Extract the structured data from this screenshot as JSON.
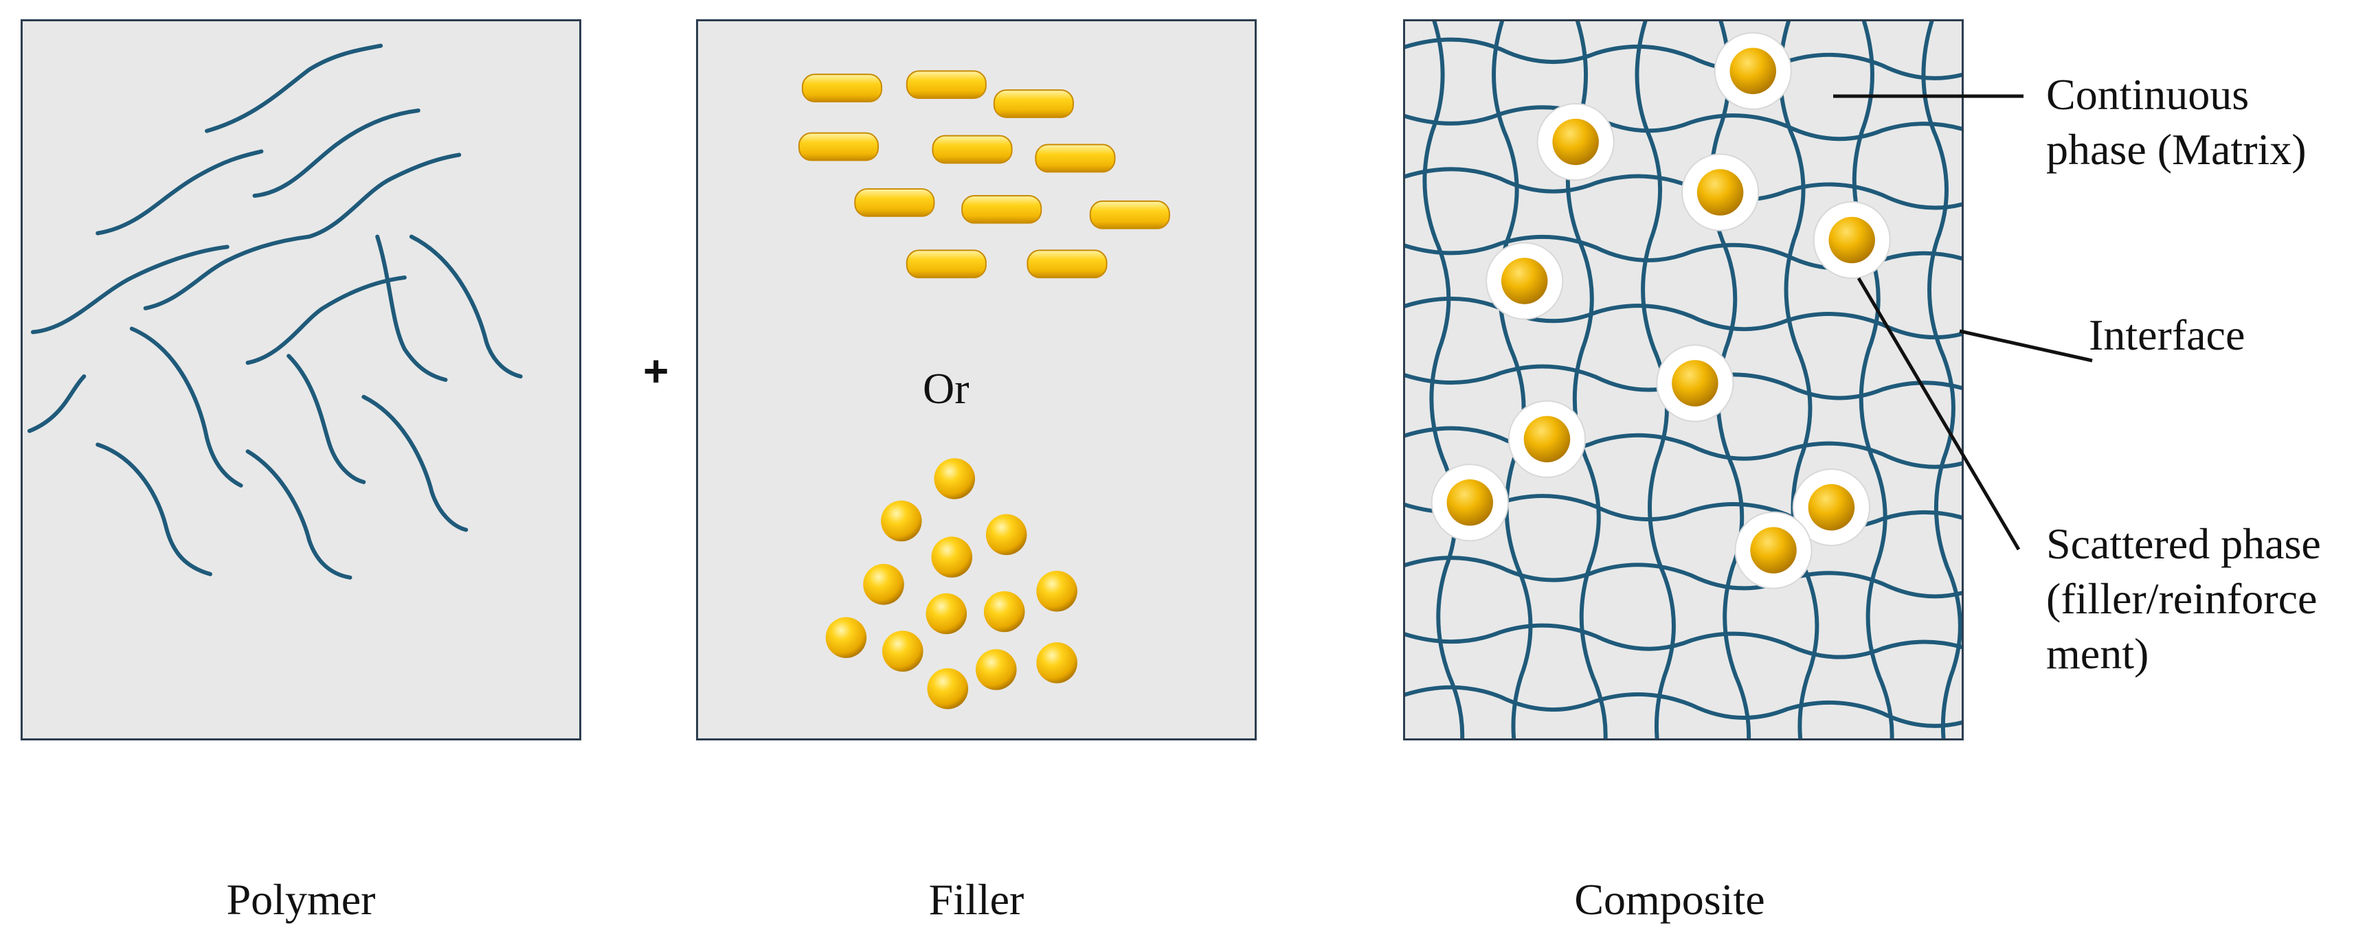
{
  "panels": {
    "polymer": {
      "caption": "Polymer"
    },
    "filler": {
      "caption": "Filler",
      "or_label": "Or"
    },
    "composite": {
      "caption": "Composite"
    }
  },
  "plus_sign": "+",
  "callouts": {
    "continuous": [
      "Continuous",
      "phase (Matrix)"
    ],
    "interface": "Interface",
    "scattered": [
      "Scattered phase",
      "(filler/reinforce",
      "ment)"
    ]
  },
  "colors": {
    "panel_fill": "#e8e8e8",
    "panel_border": "#2d3e50",
    "chain": "#1f5a7a",
    "filler_gold": "#f2b705",
    "filler_highlight": "#fff3a8",
    "interface_ring": "#ffffff"
  }
}
